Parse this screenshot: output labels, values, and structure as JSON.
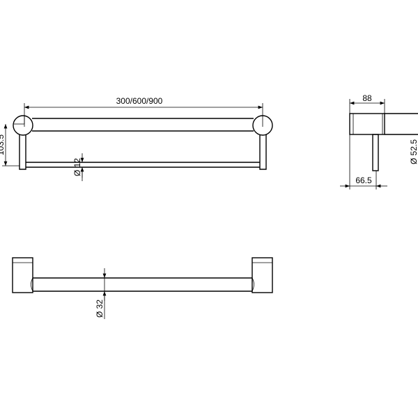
{
  "top_view": {
    "overall_length": "300/600/900",
    "height_dim": "103.5",
    "rod_diameter": "Ø 12"
  },
  "side_view": {
    "projection": "88",
    "post_offset": "66.5",
    "wall_plate_diameter": "Ø 52.5"
  },
  "front_view": {
    "bar_diameter": "Ø 32"
  },
  "colors": {
    "line": "#000000",
    "background": "#ffffff"
  }
}
